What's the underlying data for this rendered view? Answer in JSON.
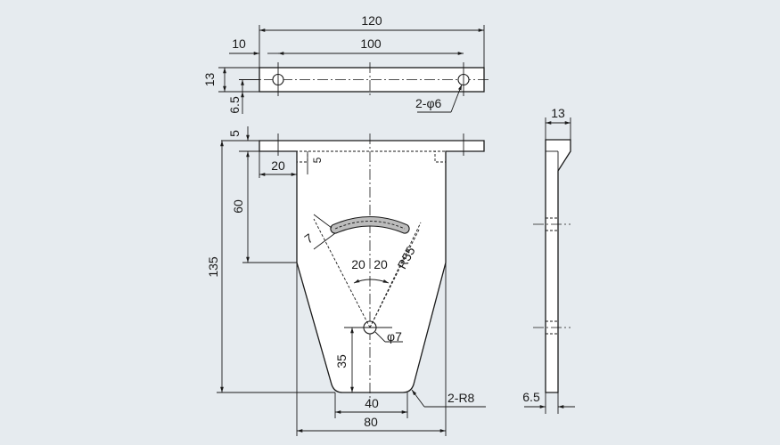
{
  "top_view": {
    "overall_width": "120",
    "hole_pitch": "100",
    "edge_offset": "10",
    "thickness": "13",
    "hole_center": "6.5",
    "holes_note": "2-φ6"
  },
  "front_view": {
    "flange_thickness": "5",
    "total_height": "135",
    "notch_width": "20",
    "notch_depth": "5",
    "pivot_height": "60",
    "slot_width": "7",
    "angle_left": "20",
    "angle_right": "20",
    "slot_radius": "R55",
    "pivot_hole": "φ7",
    "bottom_to_pivot": "35",
    "bottom_width": "40",
    "body_width": "80",
    "corner_radius": "2-R8"
  },
  "side_view": {
    "width": "13",
    "plate_thickness": "6.5"
  }
}
